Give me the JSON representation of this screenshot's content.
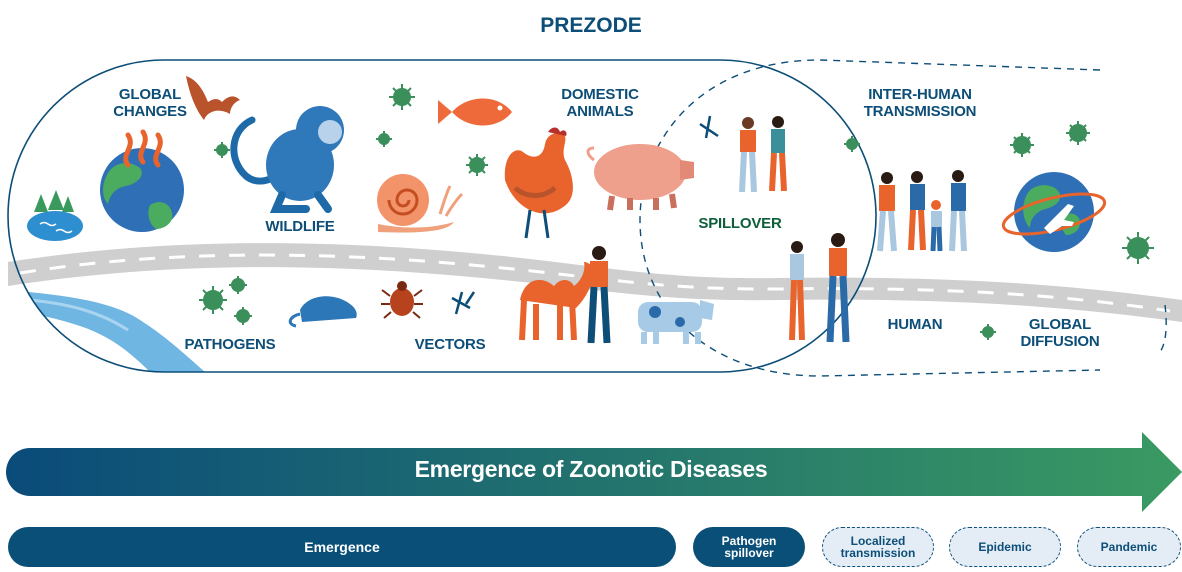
{
  "title": "PREZODE",
  "labels": {
    "global_changes": [
      "GLOBAL",
      "CHANGES"
    ],
    "wildlife": "WILDLIFE",
    "domestic_animals": [
      "DOMESTIC",
      "ANIMALS"
    ],
    "spillover": "SPILLOVER",
    "inter_human": [
      "INTER-HUMAN",
      "TRANSMISSION"
    ],
    "pathogens": "PATHOGENS",
    "vectors": "VECTORS",
    "human": "HUMAN",
    "global_diffusion": [
      "GLOBAL",
      "DIFFUSION"
    ]
  },
  "arrow_label": "Emergence of Zoonotic Diseases",
  "stages": [
    {
      "label": "Emergence",
      "style": "solid"
    },
    {
      "label": "Pathogen\nspillover",
      "style": "solid"
    },
    {
      "label": "Localized\ntransmission",
      "style": "dashed"
    },
    {
      "label": "Epidemic",
      "style": "dashed"
    },
    {
      "label": "Pandemic",
      "style": "dashed"
    }
  ],
  "colors": {
    "navy": "#0d4e78",
    "arrow_start": "#0a4b7a",
    "arrow_end": "#3a9a62",
    "virus_green": "#3a8f5a",
    "accent_orange": "#e8642c",
    "road_gray": "#c9c9c9",
    "water_blue": "#6fb6e3"
  }
}
